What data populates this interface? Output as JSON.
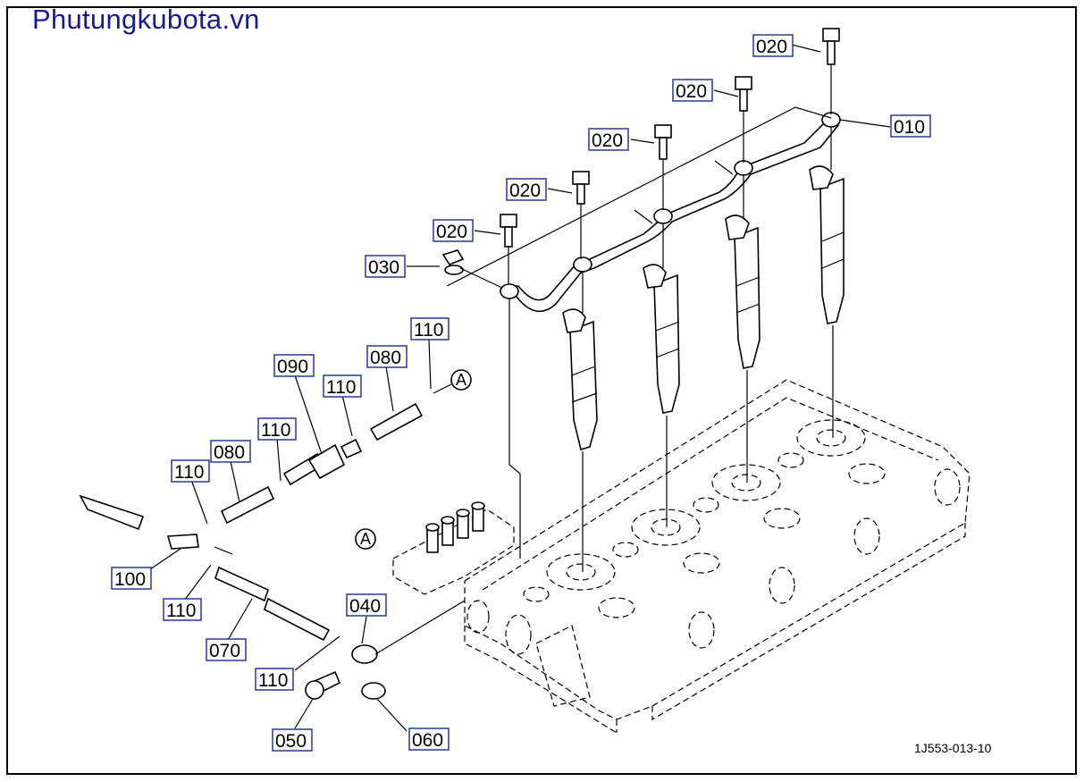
{
  "brand": {
    "text": "Phutungkubota.vn",
    "color": "#1a1a8c"
  },
  "diagram": {
    "reference_code": "1J553-013-10",
    "detail_marker": "A",
    "callouts": [
      {
        "id": "c-020-1",
        "label": "020"
      },
      {
        "id": "c-020-2",
        "label": "020"
      },
      {
        "id": "c-020-3",
        "label": "020"
      },
      {
        "id": "c-020-4",
        "label": "020"
      },
      {
        "id": "c-020-5",
        "label": "020"
      },
      {
        "id": "c-010",
        "label": "010"
      },
      {
        "id": "c-030",
        "label": "030"
      },
      {
        "id": "c-110-1",
        "label": "110"
      },
      {
        "id": "c-080-1",
        "label": "080"
      },
      {
        "id": "c-090",
        "label": "090"
      },
      {
        "id": "c-110-2",
        "label": "110"
      },
      {
        "id": "c-110-3",
        "label": "110"
      },
      {
        "id": "c-080-2",
        "label": "080"
      },
      {
        "id": "c-110-4",
        "label": "110"
      },
      {
        "id": "c-100",
        "label": "100"
      },
      {
        "id": "c-110-5",
        "label": "110"
      },
      {
        "id": "c-070",
        "label": "070"
      },
      {
        "id": "c-040",
        "label": "040"
      },
      {
        "id": "c-110-6",
        "label": "110"
      },
      {
        "id": "c-050",
        "label": "050"
      },
      {
        "id": "c-060",
        "label": "060"
      }
    ]
  }
}
